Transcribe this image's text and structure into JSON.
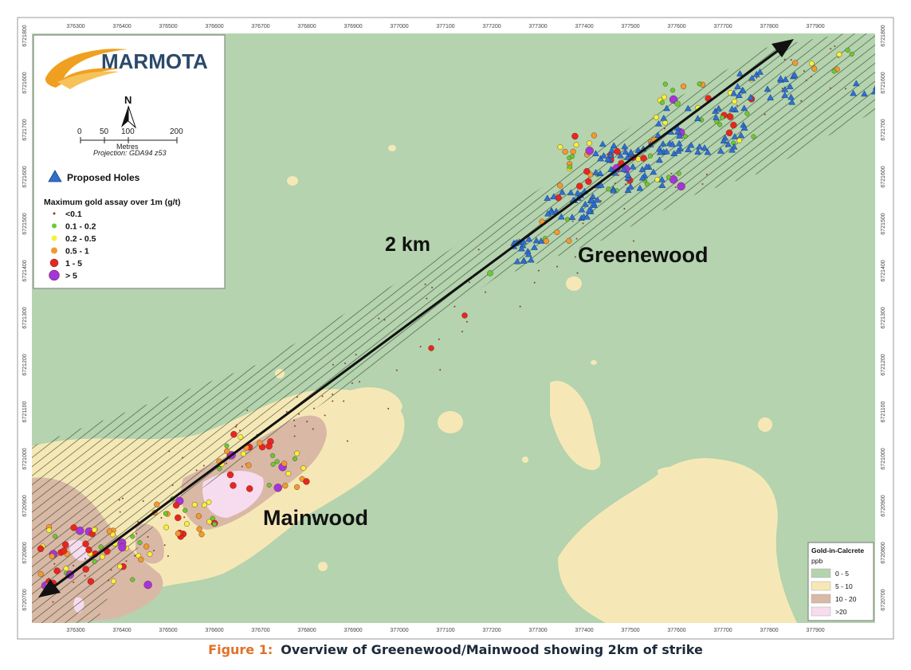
{
  "brand": {
    "name": "MARMOTA",
    "accent": "#f0a020",
    "text_color": "#2b4a6b"
  },
  "north_arrow": {
    "label": "N"
  },
  "scale_bar": {
    "ticks": [
      "0",
      "50",
      "100",
      "200"
    ],
    "units": "Metres",
    "projection": "Projection: GDA94 z53"
  },
  "legend": {
    "proposed_label": "Proposed Holes",
    "assay_title": "Maximum gold assay over 1m (g/t)",
    "assay_items": [
      {
        "label": "<0.1",
        "color": "#8b3a2a"
      },
      {
        "label": "0.1 - 0.2",
        "color": "#66cc33"
      },
      {
        "label": "0.2 - 0.5",
        "color": "#f4f23a"
      },
      {
        "label": "0.5 - 1",
        "color": "#f29a2e"
      },
      {
        "label": "1 - 5",
        "color": "#e8261f"
      },
      {
        "label": "> 5",
        "color": "#a436d8"
      }
    ]
  },
  "calcrete_legend": {
    "title": "Gold-in-Calcrete",
    "unit": "ppb",
    "items": [
      {
        "label": "0 - 5",
        "color": "#b4d3ae"
      },
      {
        "label": "5 - 10",
        "color": "#f6e8b6"
      },
      {
        "label": "10 - 20",
        "color": "#d9b8a6"
      },
      {
        "label": ">20",
        "color": "#f7dcf0"
      }
    ]
  },
  "grid": {
    "eastings": [
      "376300",
      "376400",
      "376500",
      "376600",
      "376700",
      "376800",
      "376900",
      "377000",
      "377100",
      "377200",
      "377300",
      "377400",
      "377500",
      "377600",
      "377700",
      "377800",
      "377900"
    ],
    "northings": [
      "6721800",
      "6721600",
      "6721700",
      "6721600",
      "6721500",
      "6721400",
      "6721300",
      "6721200",
      "6721100",
      "6721000",
      "6720900",
      "6720800",
      "6720700"
    ]
  },
  "annotations": {
    "distance": "2 km",
    "greenewood": "Greenewood",
    "mainwood": "Mainwood"
  },
  "caption": {
    "figure": "Figure 1:",
    "text": "Overview of Greenewood/Mainwood showing 2km of strike"
  },
  "colors": {
    "background": "#b4d3ae",
    "hatch": "#2f4a2a",
    "hole": "#2f6fd0",
    "arrow": "#111111"
  }
}
